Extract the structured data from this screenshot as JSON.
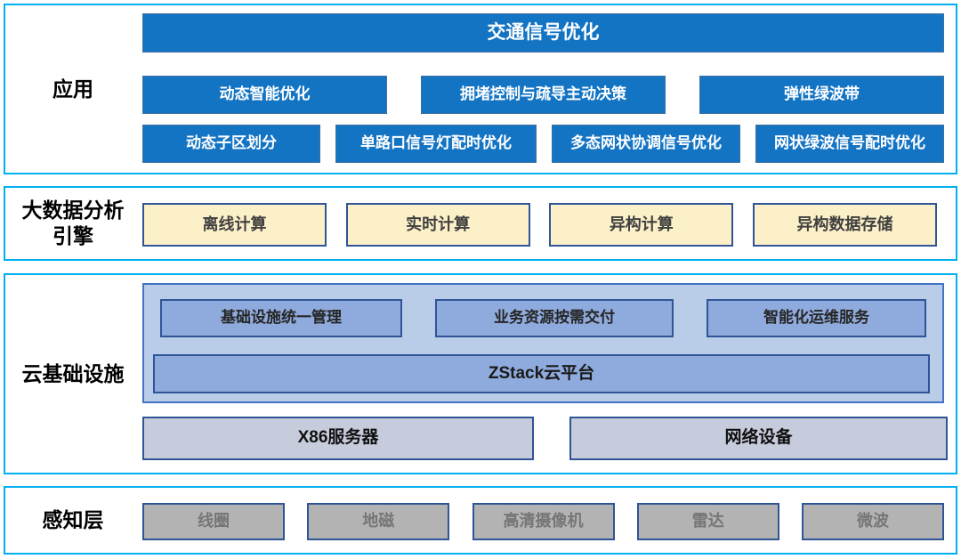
{
  "colors": {
    "section_border": "#00B0F0",
    "app_box_fill": "#1474C4",
    "app_box_text": "#FFFFFF",
    "engine_box_fill": "#FCF0C8",
    "engine_box_border": "#2F5597",
    "cloud_container_fill": "#B9CDE9",
    "cloud_box_fill": "#8FAADC",
    "hardware_box_fill": "#C6CCDB",
    "perception_box_fill": "#B3B3B3",
    "perception_box_text": "#767676"
  },
  "application": {
    "label": "应用",
    "header": "交通信号优化",
    "row2": [
      "动态智能优化",
      "拥堵控制与疏导主动决策",
      "弹性绿波带"
    ],
    "row3": [
      "动态子区划分",
      "单路口信号灯配时优化",
      "多态网状协调信号优化",
      "网状绿波信号配时优化"
    ]
  },
  "bigdata": {
    "label_line1": "大数据分析",
    "label_line2": "引擎",
    "items": [
      "离线计算",
      "实时计算",
      "异构计算",
      "异构数据存储"
    ]
  },
  "cloud": {
    "label": "云基础设施",
    "services": [
      "基础设施统一管理",
      "业务资源按需交付",
      "智能化运维服务"
    ],
    "platform": "ZStack云平台",
    "hardware": [
      "X86服务器",
      "网络设备"
    ]
  },
  "perception": {
    "label": "感知层",
    "items": [
      "线圈",
      "地磁",
      "高清摄像机",
      "雷达",
      "微波"
    ]
  }
}
